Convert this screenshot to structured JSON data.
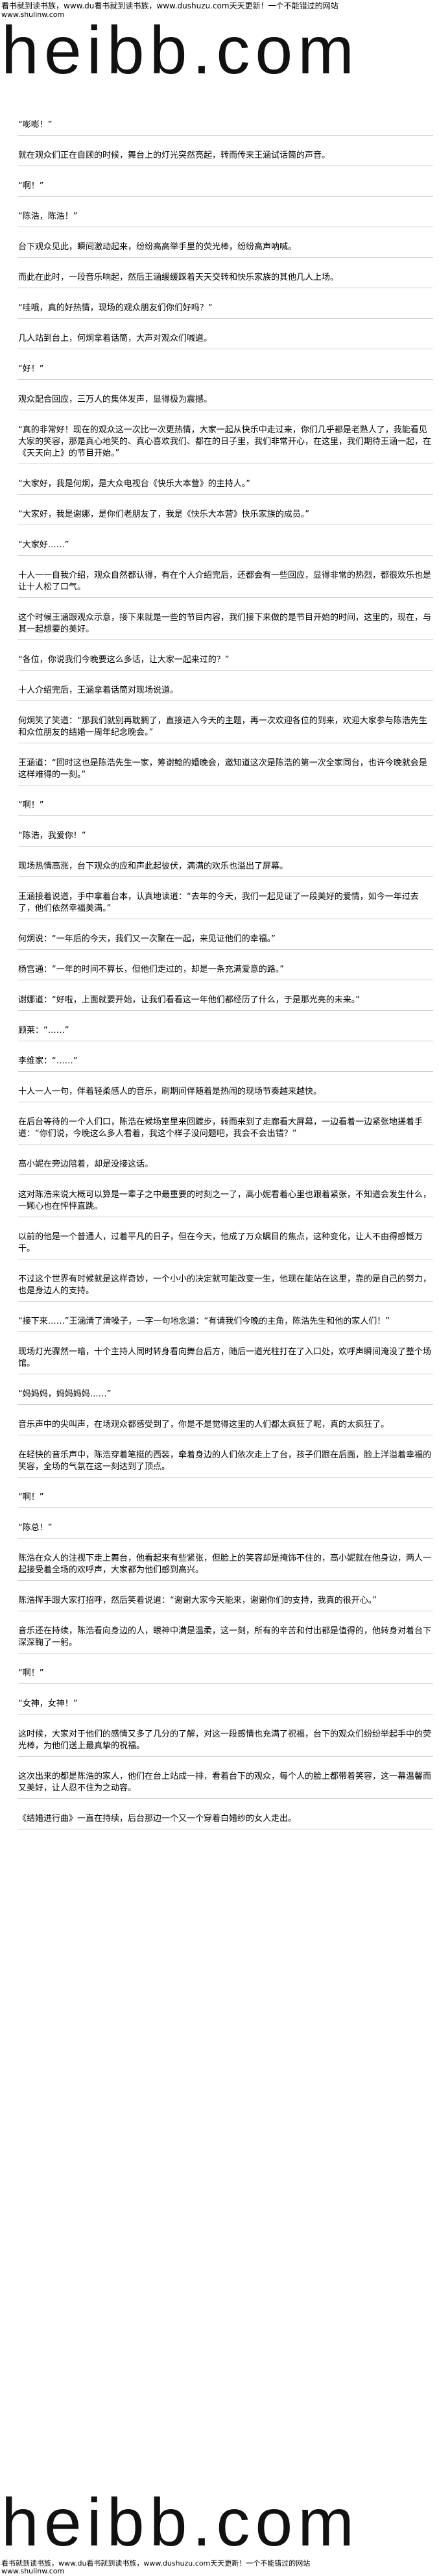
{
  "header": {
    "site_line": "看书就到读书族，www.du看书就到读书族，www.dushuzu.com天天更新！一个不能错过的网站",
    "site_short": "www.shulinw.com",
    "logo_text": "heibb.com"
  },
  "paragraphs": [
    "“嘭嘭！”",
    "就在观众们正在自顾的时候，舞台上的灯光突然亮起，转而传来王涵试话筒的声音。",
    "“啊！”",
    "“陈浩，陈浩！”",
    "台下观众见此，瞬间激动起来，纷纷高高举手里的荧光棒，纷纷高声呐喊。",
    "而此在此时，一段音乐响起，然后王涵缓缓踩着天天交转和快乐家族的其他几人上场。",
    "“哇哦，真的好热情，现场的观众朋友们你们好吗？”",
    "几人站到台上，何炯拿着话筒，大声对观众们喊道。",
    "“好！”",
    "观众配合回应，三万人的集体发声，显得极为震撼。",
    "“真的非常好！现在的观众这一次比一次更热情，大家一起从快乐中走过来，你们几乎都是老熟人了，我能看见大家的笑容，那是真心地笑的、真心喜欢我们、都在的日子里，我们非常开心，在这里，我们期待王涵一起，在《天天向上》的节目开始。”",
    "“大家好，我是何炯，是大众电视台《快乐大本营》的主持人。”",
    "“大家好，我是谢娜，是你们老朋友了，我是《快乐大本营》快乐家族的成员。”",
    "“大家好……”",
    "十人一一自我介绍，观众自然都认得，有在个人介绍完后，还都会有一些回应，显得非常的热烈，都很欢乐也是让十人松了口气。",
    "这个时候王涵跟观众示意，接下来就是一些的节目内容，我们接下来做的是节目开始的时间，这里的，现在，与其一起想要的美好。",
    "“各位，你说我们今晚要这么多话，让大家一起来过的？”",
    "十人介绍完后，王涵拿着话筒对现场说道。",
    "何炯笑了笑道：“那我们就别再耽搁了，直接进入今天的主题，再一次欢迎各位的到来，欢迎大家参与陈浩先生和众位朋友的结婚一周年纪念晚会。”",
    "王涵道：“回时这也是陈浩先生一家，筹谢鲶的婚晚会，邀知道这次是陈浩的第一次全家同台，也许今晚就会是这样难得的一刻。”",
    "“啊！”",
    "“陈浩，我爱你！”",
    "现场热情高涨，台下观众的应和声此起彼伏，满满的欢乐也溢出了屏幕。",
    "王涵接着说道，手中拿着台本，认真地读道：“去年的今天，我们一起见证了一段美好的爱情，如今一年过去了，他们依然幸福美满。”",
    "何炯说：“一年后的今天，我们又一次聚在一起，来见证他们的幸福。”",
    "杨宫通：“一年的时间不算长，但他们走过的，却是一条充满爱意的路。”",
    "谢娜道：“好啦，上面就要开始，让我们看看这一年他们都经历了什么，于是那光亮的未来。”",
    "顾莱：“……”",
    "李维家：“……”",
    "十人一人一句，伴着轻柔感人的音乐，刷期间伴随着是热闹的现场节奏越来越快。",
    "在后台等待的一个人们口，陈浩在候场室里来回踱步，转而来到了走廊看大屏幕，一边看着一边紧张地搓着手道：“你们说，今晚这么多人看着，我这个样子没问题吧，我会不会出错？”",
    "高小妮在旁边陪着，却是没接这话。",
    "这对陈浩来说大概可以算是一辈子之中最重要的时刻之一了，高小妮看着心里也跟着紧张，不知道会发生什么，一颗心也在怦怦直跳。",
    "以前的他是一个普通人，过着平凡的日子，但在今天，他成了万众瞩目的焦点，这种变化，让人不由得感慨万千。",
    "不过这个世界有时候就是这样奇妙，一个小小的决定就可能改变一生，他现在能站在这里，靠的是自己的努力，也是身边人的支持。",
    "“接下来……”王涵清了清嗓子，一字一句地念道：“有请我们今晚的主角，陈浩先生和他的家人们！”",
    "现场灯光骤然一暗，十个主持人同时转身看向舞台后方，随后一道光柱打在了入口处，欢呼声瞬间淹没了整个场馆。",
    "“妈妈妈，妈妈妈妈……”",
    "音乐声中的尖叫声，在场观众都感受到了，你是不是觉得这里的人们都太疯狂了呢，真的太疯狂了。",
    "在轻快的音乐声中，陈浩穿着笔挺的西装，牵着身边的人们依次走上了台，孩子们跟在后面，脸上洋溢着幸福的笑容，全场的气氛在这一刻达到了顶点。",
    "“啊！”",
    "“陈总！”",
    "陈浩在众人的注视下走上舞台，他看起来有些紧张，但脸上的笑容却是掩饰不住的，高小妮就在他身边，两人一起接受着全场的欢呼声，大家都为他们感到高兴。",
    "陈浩挥手跟大家打招呼，然后笑着说道：“谢谢大家今天能来，谢谢你们的支持，我真的很开心。”",
    "音乐还在持续，陈浩看向身边的人，眼神中满是温柔，这一刻，所有的辛苦和付出都是值得的，他转身对着台下深深鞠了一躬。",
    "“啊！”",
    "“女神，女神！”",
    "这时候，大家对于他们的感情又多了几分的了解，对这一段感情也充满了祝福，台下的观众们纷纷举起手中的荧光棒，为他们送上最真挚的祝福。",
    "这次出来的都是陈浩的家人，他们在台上站成一排，看着台下的观众，每个人的脸上都带着笑容，这一幕温馨而又美好，让人忍不住为之动容。",
    "《结婚进行曲》一直在持续，后台那边一个又一个穿着白婚纱的女人走出。"
  ],
  "footer": {
    "site_line": "看书就到读书族，www.du看书就到读书族，www.dushuzu.com天天更新！一个不能错过的网站",
    "site_short": "www.shulinw.com",
    "logo_text": "heibb.com"
  }
}
